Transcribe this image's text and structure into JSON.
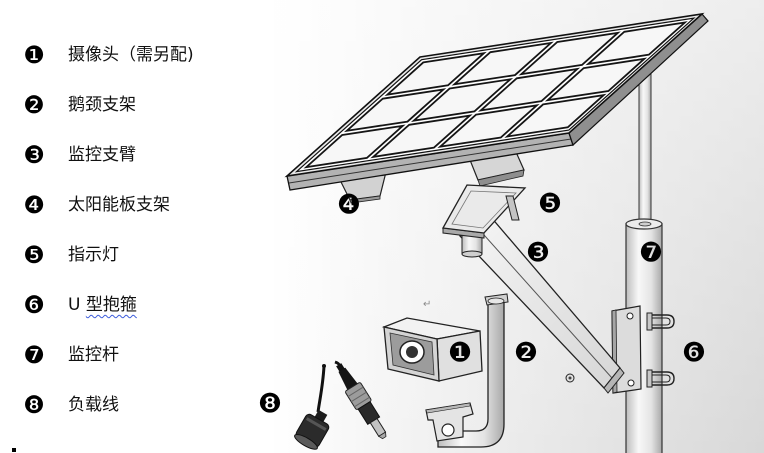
{
  "legend": {
    "items": [
      {
        "num": "❶",
        "label": "摄像头（需另配)"
      },
      {
        "num": "❷",
        "label": "鹅颈支架"
      },
      {
        "num": "❸",
        "label": "监控支臂"
      },
      {
        "num": "❹",
        "label": "太阳能板支架"
      },
      {
        "num": "❺",
        "label": "指示灯"
      },
      {
        "num": "❻",
        "label_plain": "U ",
        "label_marked": "型抱箍"
      },
      {
        "num": "❼",
        "label": "监控杆"
      },
      {
        "num": "❽",
        "label": "负载线"
      }
    ]
  },
  "diagram": {
    "callouts": {
      "solar_bracket": "❹",
      "indicator_light": "❺",
      "camera_arm": "❸",
      "pole": "❼",
      "camera": "❶",
      "gooseneck": "❷",
      "u_clamp": "❻",
      "load_cable": "❽"
    }
  },
  "editor": {
    "paragraph_mark": "↵"
  },
  "colors": {
    "badge": "#000000",
    "spellcheck_underline": "#3b5bdb",
    "line_art": "#1a1a1a"
  }
}
